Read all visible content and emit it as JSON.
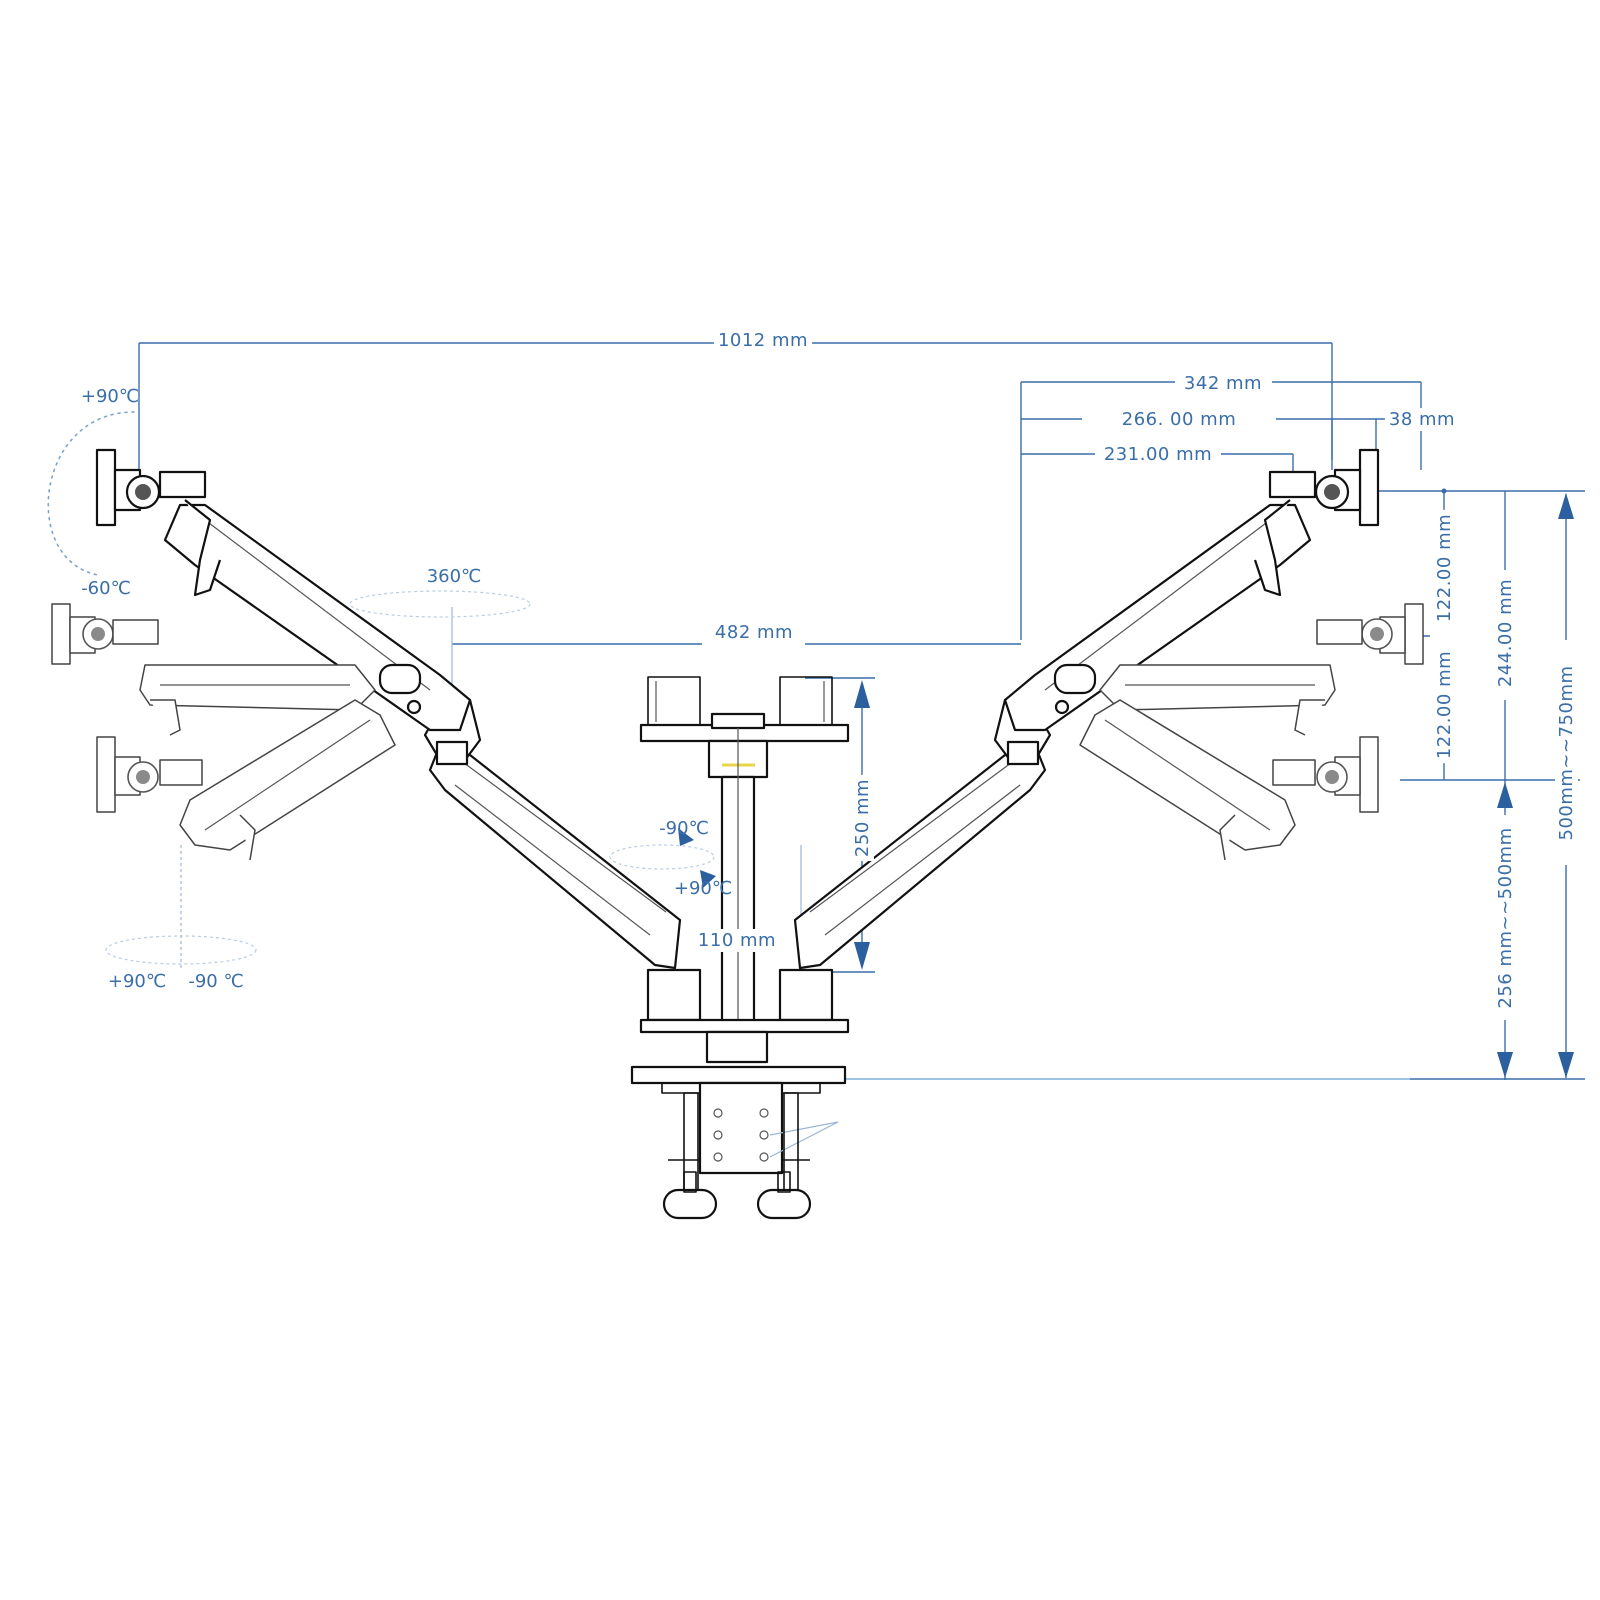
{
  "dimensions": {
    "overall_width": "1012 mm",
    "arm_reach_right": "342 mm",
    "arm_reach_mid": "266. 00 mm",
    "arm_reach_inner": "231.00 mm",
    "vesa_offset": "38 mm",
    "arm_span_center": "482 mm",
    "pole_height": "250 mm",
    "pole_offset": "110 mm",
    "tilt_up_height": "122.00 mm",
    "tilt_down_height": "122.00 mm",
    "tilt_total_height": "244.00 mm",
    "desk_height_range": "256 mm~~500mm",
    "total_height_range": "500mm~~750mm"
  },
  "angles": {
    "tilt_up": "+90℃",
    "tilt_down": "-60℃",
    "swivel": "360℃",
    "rotate_minus": "-90℃",
    "rotate_plus": "+90℃",
    "pan_plus": "+90℃",
    "pan_minus": "-90 ℃"
  },
  "colors": {
    "dimension_blue": "#3a6ea8",
    "outline_black": "#111111"
  }
}
